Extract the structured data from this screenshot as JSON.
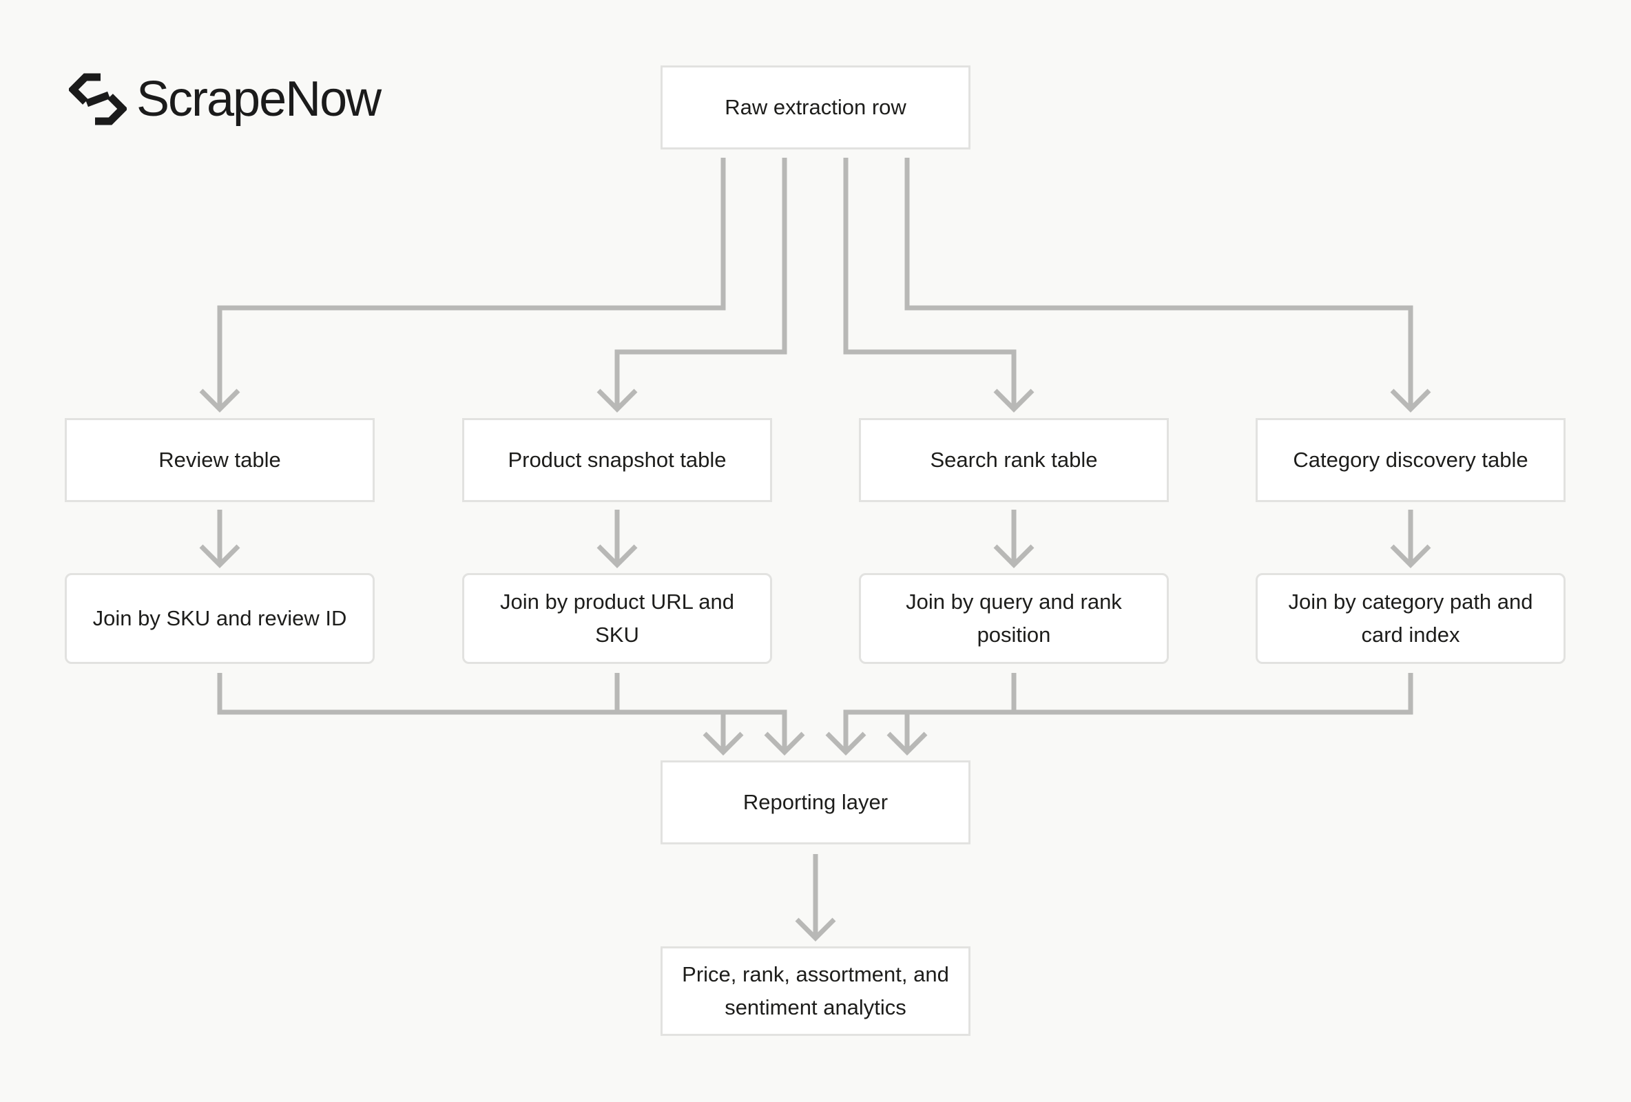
{
  "brand": {
    "name": "ScrapeNow",
    "logo_icon": "scrapenow-logo-icon"
  },
  "colors": {
    "background": "#f9f9f7",
    "node_fill": "#ffffff",
    "node_border": "#e2e2e0",
    "connector": "#b8b8b6",
    "text": "#1d1d1b"
  },
  "diagram": {
    "source": {
      "label": "Raw extraction row"
    },
    "tables": [
      {
        "label": "Review table",
        "join": "Join by SKU and review ID"
      },
      {
        "label": "Product snapshot table",
        "join": "Join by product URL and SKU"
      },
      {
        "label": "Search rank table",
        "join": "Join by query and rank position"
      },
      {
        "label": "Category discovery table",
        "join": "Join by category path and card index"
      }
    ],
    "reporting": {
      "label": "Reporting layer"
    },
    "output": {
      "label": "Price, rank, assortment, and sentiment analytics"
    }
  }
}
